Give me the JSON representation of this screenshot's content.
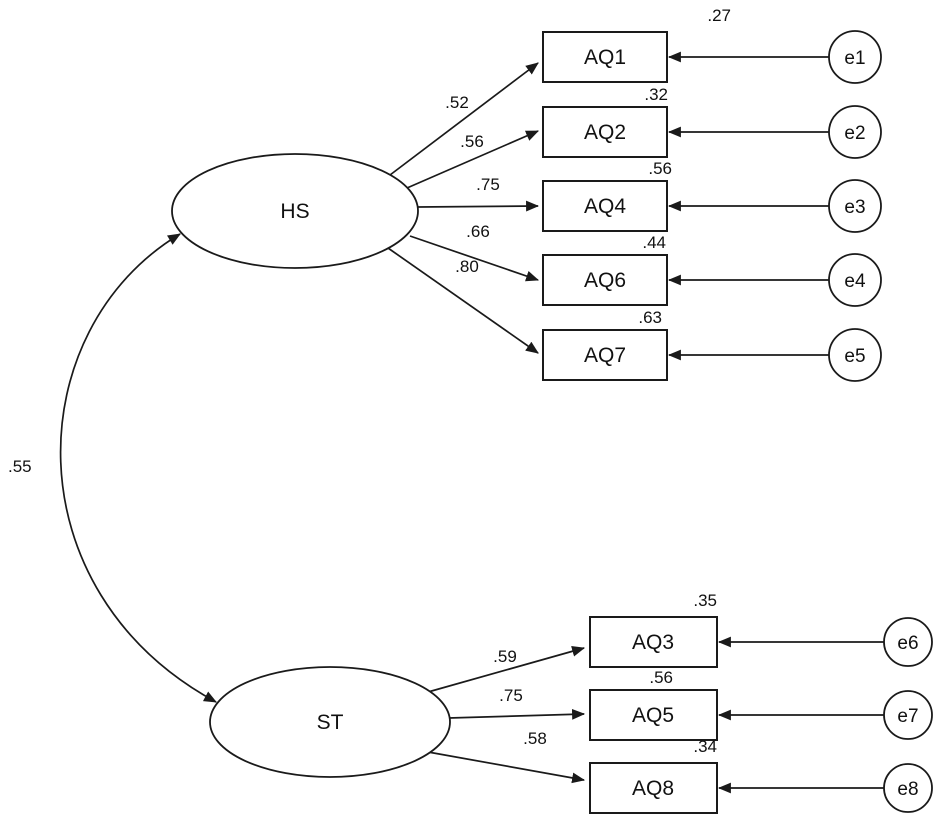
{
  "figure": {
    "background": "#ffffff",
    "line_color": "#1a1a1a",
    "kind": "structural-equation-model-path-diagram"
  },
  "diagram": {
    "latent_variables": [
      {
        "label": "HS"
      },
      {
        "label": "ST"
      }
    ],
    "covariance": {
      "between": "HS-ST",
      "value": ".55"
    },
    "indicators": [
      {
        "name": "AQ1",
        "latent": "HS",
        "loading": ".52",
        "r2": ".27",
        "error": "e1"
      },
      {
        "name": "AQ2",
        "latent": "HS",
        "loading": ".56",
        "r2": ".32",
        "error": "e2"
      },
      {
        "name": "AQ4",
        "latent": "HS",
        "loading": ".75",
        "r2": ".56",
        "error": "e3"
      },
      {
        "name": "AQ6",
        "latent": "HS",
        "loading": ".66",
        "r2": ".44",
        "error": "e4"
      },
      {
        "name": "AQ7",
        "latent": "HS",
        "loading": ".80",
        "r2": ".63",
        "error": "e5"
      },
      {
        "name": "AQ3",
        "latent": "ST",
        "loading": ".59",
        "r2": ".35",
        "error": "e6"
      },
      {
        "name": "AQ5",
        "latent": "ST",
        "loading": ".75",
        "r2": ".56",
        "error": "e7"
      },
      {
        "name": "AQ8",
        "latent": "ST",
        "loading": ".58",
        "r2": ".34",
        "error": "e8"
      }
    ]
  }
}
